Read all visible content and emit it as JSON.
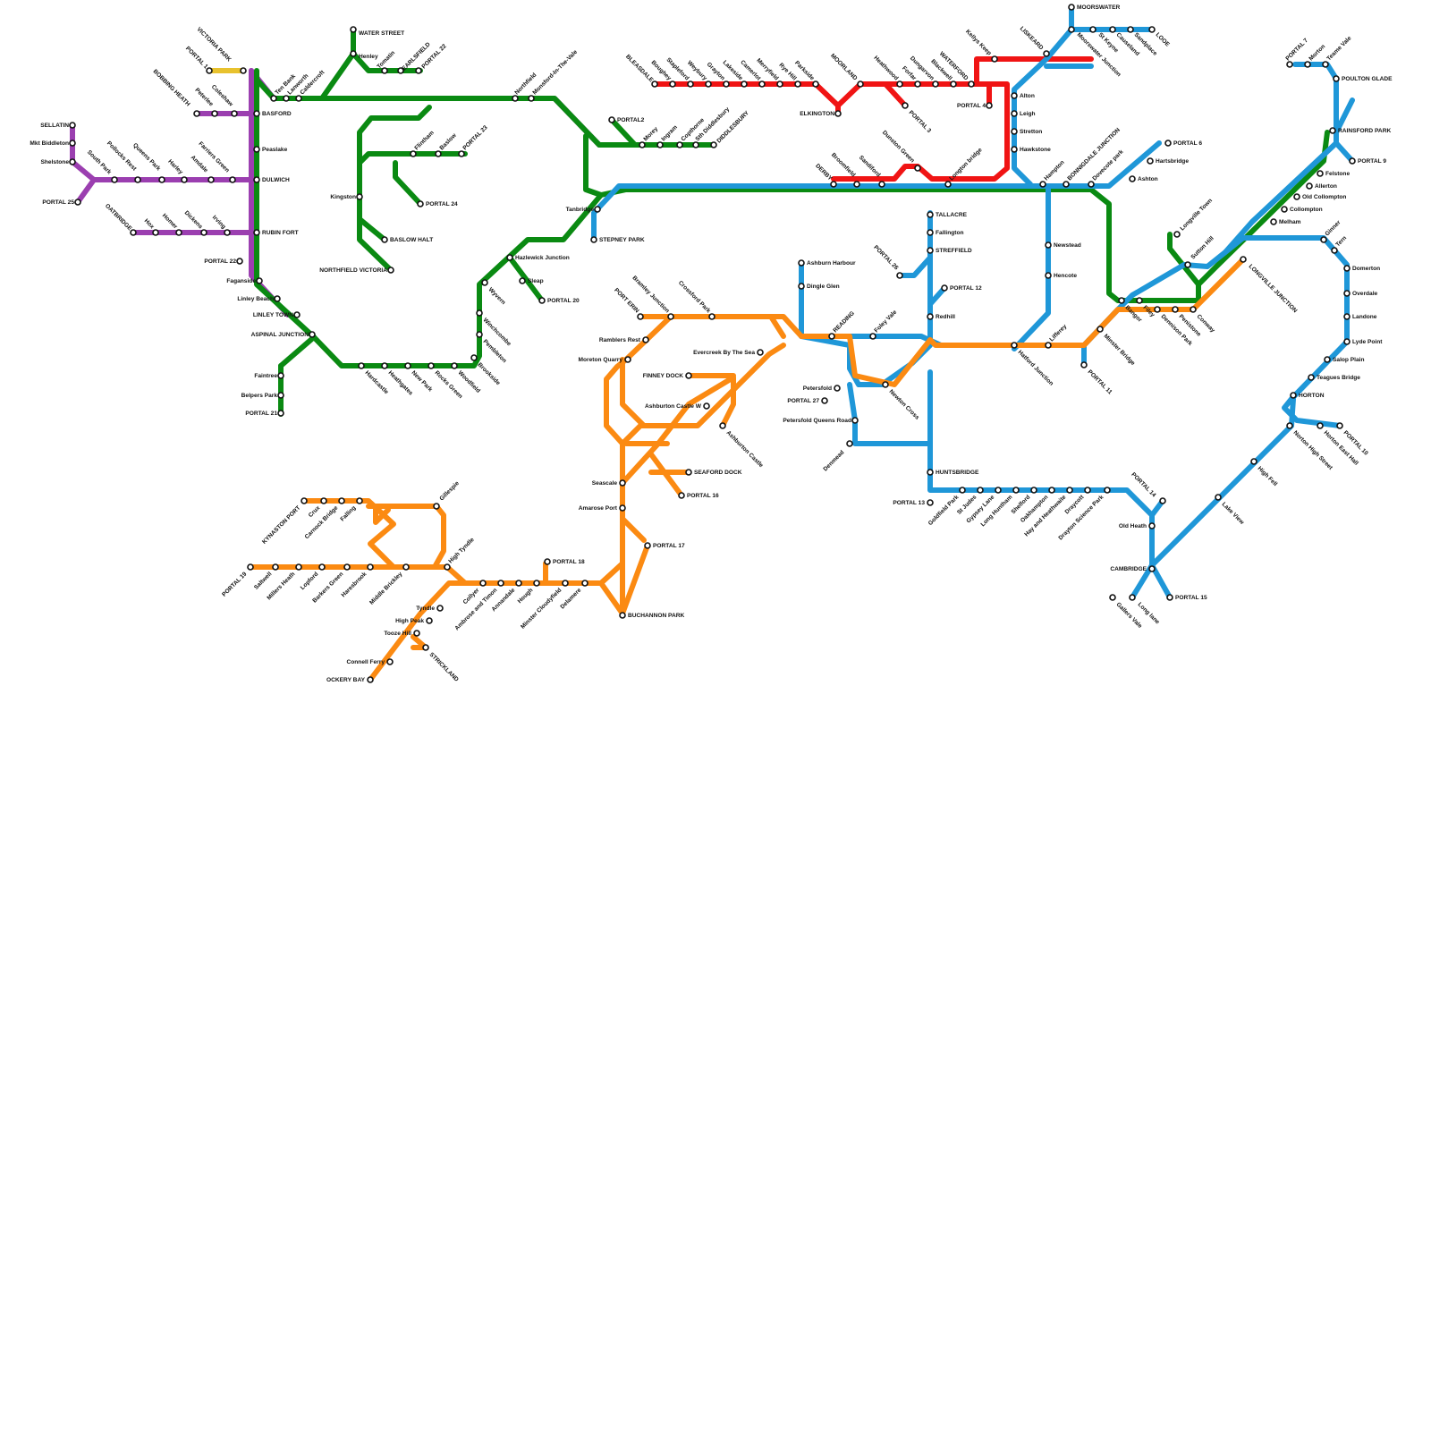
{
  "colors": {
    "green": "#0a8a12",
    "purple": "#9b3fb0",
    "red": "#f01414",
    "blue": "#1f97d8",
    "orange": "#fb8a12",
    "yellow": "#e8c22e",
    "station_fill": "#ffffff",
    "station_stroke": "#111111",
    "label": "#111111",
    "background": "#ffffff"
  },
  "stations": [
    "WATER STREET",
    "Henley",
    "Tomatin",
    "EARLSFIELD",
    "PORTAL 22",
    "Ten Bank",
    "Lanworth",
    "Caldercroft",
    "Northfield",
    "Monsford-In-The-Vale",
    "VICTORIA PARK",
    "PORTAL 1",
    "BOBBING HEATH",
    "Peterlee",
    "Coleshaw",
    "BASFORD",
    "SELLATIN",
    "Mkt Biddleton",
    "Shelstone",
    "Peaslake",
    "South Park",
    "Pollocks Rest",
    "Queens Park",
    "Harley",
    "Farriers Green",
    "Amdale",
    "DULWICH",
    "PORTAL 25",
    "OATBRIDGE",
    "Hox",
    "Homer",
    "Dickens",
    "Irving",
    "RUBIN FORT",
    "PORTAL 22",
    "Faganside",
    "Linley Beach",
    "LINLEY TOWN",
    "ASPINAL JUNCTION",
    "Faintree",
    "Belpers Park",
    "PORTAL 21",
    "Hardcastle",
    "Heathgates",
    "New Park",
    "Rocks Green",
    "Woodfield",
    "Brookside",
    "Pembleton",
    "Winchcombe",
    "Wyvern",
    "Hazlewick Junction",
    "Sleap",
    "PORTAL 20",
    "Kingston",
    "Flintham",
    "Baslow",
    "PORTAL 23",
    "PORTAL 24",
    "BASLOW HALT",
    "NORTHFIELD VICTORIA",
    "Tanbridge",
    "STEPNEY PARK",
    "PORTAL2",
    "Morey",
    "Ingram",
    "Copthorne",
    "Sth Diddlesbury",
    "DIDDLESBURY",
    "BLEASDALE",
    "Boughey",
    "Stapleford",
    "Weybury",
    "Grayton",
    "Lakeside",
    "Camerlot",
    "Merryfield",
    "Rye Hill",
    "Parkside",
    "MOORLAND",
    "ELKINGTON",
    "Heathwood",
    "PORTAL 3",
    "Forfar",
    "Dungarvon",
    "Blackwell",
    "WATERFORD",
    "PORTAL 4",
    "Kellys Keep",
    "LISKEARD",
    "Moorswater Junction",
    "MOORSWATER",
    "St Keyne",
    "Causeland",
    "Sandplace",
    "LOOE",
    "Alton",
    "Leigh",
    "Stretton",
    "Hawkstone",
    "DERBY",
    "Broomfield",
    "Sandiford",
    "Dunston Green",
    "Longton bridge",
    "Hampton",
    "BONNIGDALE JUNCTION",
    "Dovecote park",
    "Ashton",
    "Hartsbridge",
    "PORTAL 6",
    "PORTAL 7",
    "Morton",
    "Teame Vale",
    "POULTON GLADE",
    "RAINSFORD PARK",
    "PORTAL 9",
    "Felstone",
    "Allerton",
    "Old Collompton",
    "Collompton",
    "Melham",
    "Ginner",
    "Tern",
    "Domerton",
    "Overdale",
    "Landone",
    "Lyde Point",
    "Salop Plain",
    "Teagues Bridge",
    "HORTON",
    "Norton High Street",
    "Horton East Hall",
    "PORTAL 10",
    "High Fell",
    "Lake View",
    "Longville Town",
    "Sutton Hill",
    "LONGVILLE JUNCTION",
    "TALLACRE",
    "Fallington",
    "STREFFIELD",
    "PORTAL 26",
    "PORTAL 12",
    "Redhill",
    "Newstead",
    "Hencote",
    "Bangor",
    "Filey",
    "Dennison Park",
    "Penistone",
    "Conway",
    "Minster Bridge",
    "Lifferey",
    "Hatford Junction",
    "PORTAL 11",
    "Ashburn Harbour",
    "Dingle Glen",
    "READING",
    "Foley Vale",
    "Newton Cross",
    "Petersfold",
    "PORTAL 27",
    "Petersfold Queens Road",
    "Denmead",
    "HUNTSBRIDGE",
    "PORTAL 13",
    "Goldfield Park",
    "St Judes",
    "Gypsey Lane",
    "Long Huntham",
    "Shelford",
    "Oakhampton",
    "Hay and Heathwaite",
    "Draycott",
    "Drayton Science Park",
    "PORTAL 14",
    "Old Heath",
    "CAMBRIDGE",
    "PORTAL 15",
    "Long lane",
    "Gallers Vale",
    "Bramley Junction",
    "PORT ERIN",
    "Crossford Park",
    "Ramblers Rest",
    "Moreton Quarry",
    "Evercreek By The Sea",
    "FINNEY DOCK",
    "Ashburton Castle W",
    "Ashburton Castle",
    "SEAFORD DOCK",
    "PORTAL 16",
    "Seascale",
    "Amarose Port",
    "PORTAL 17",
    "BUCHANNON PARK",
    "KYNASTON PORT",
    "Crux",
    "Carnock Bridge",
    "Falling",
    "Gillespie",
    "PORTAL 19",
    "Saltwell",
    "Millers Heath",
    "Lopford",
    "Barkers Green",
    "Haresbrook",
    "Middle Brickley",
    "High Tyndle",
    "Tyndle",
    "High Peak",
    "Tooze Hill",
    "STRICKLAND",
    "Connell Ferry",
    "OCKERY BAY",
    "Collyer",
    "Ambrose and Timon",
    "Annandale",
    "Hough",
    "PORTAL 18",
    "Minster Cloudyfield",
    "Delamere"
  ]
}
